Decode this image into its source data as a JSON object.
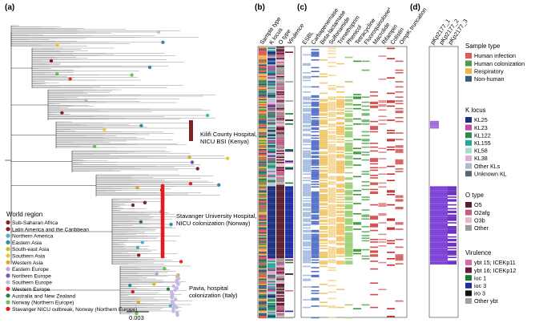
{
  "panels": {
    "a": "(a)",
    "b": "(b)",
    "c": "(c)",
    "d": "(d)"
  },
  "tree_annotations": {
    "kilifi": [
      "Kilifi County Hospital,",
      "NICU BSI (Kenya)"
    ],
    "stavanger": [
      "Stavanger University Hospital,",
      "NICU colonization (Norway)"
    ],
    "pavia": [
      "Pavia, hospital",
      "colonization (Italy)"
    ],
    "scale": "0.003"
  },
  "world_region": {
    "title": "World region",
    "items": [
      {
        "label": "Sub-Saharan Africa",
        "color": "#7b2424"
      },
      {
        "label": "Latin America and the Caribbean",
        "color": "#8e1b1b"
      },
      {
        "label": "Northern America",
        "color": "#4fb1c9"
      },
      {
        "label": "Eastern Asia",
        "color": "#2a8fa7"
      },
      {
        "label": "South-east Asia",
        "color": "#d7b722"
      },
      {
        "label": "Southern Asia",
        "color": "#e6c93a"
      },
      {
        "label": "Western Asia",
        "color": "#e3a33a"
      },
      {
        "label": "Eastern Europe",
        "color": "#b7a6d6"
      },
      {
        "label": "Northern Europe",
        "color": "#7b55a8"
      },
      {
        "label": "Southern Europe",
        "color": "#c5b8e0"
      },
      {
        "label": "Western Europe",
        "color": "#d93232"
      },
      {
        "label": "Australia and New Zealand",
        "color": "#2f7d4a"
      },
      {
        "label": "Norway (Northern Europe)",
        "color": "#6ac74e"
      },
      {
        "label": "Stavanger NICU outbreak, Norway (Northern Europe)",
        "color": "#e41a1c"
      }
    ]
  },
  "heatmap_b_headers": [
    "Sample type",
    "K locus",
    "O type",
    "Virulence"
  ],
  "heatmap_c_headers": [
    "ESBL",
    "Carbapenemase",
    "Beta-lactamase",
    "Sulfonamide",
    "Trimethoprim",
    "Phenicol",
    "Tetracycline",
    "Fluoroquinolone*",
    "Macrolide",
    "Rifampin",
    "Colistin",
    "OmpK truncation"
  ],
  "heatmap_d_headers": [
    "pKp2177_1",
    "pKp2177_2",
    "pKp2177_3"
  ],
  "legend_right": {
    "sample_type": {
      "title": "Sample type",
      "items": [
        {
          "label": "Human infection",
          "color": "#e45757"
        },
        {
          "label": "Human colonization",
          "color": "#4a9b4a"
        },
        {
          "label": "Respiratory",
          "color": "#f2b24b"
        },
        {
          "label": "Non-human",
          "color": "#2f5f78"
        }
      ]
    },
    "k_locus": {
      "title": "K locus",
      "items": [
        {
          "label": "KL25",
          "color": "#1d2f80"
        },
        {
          "label": "KL23",
          "color": "#c64aa9"
        },
        {
          "label": "KL122",
          "color": "#2d8a4e"
        },
        {
          "label": "KL155",
          "color": "#25a89a"
        },
        {
          "label": "KL58",
          "color": "#9fe0cf"
        },
        {
          "label": "KL38",
          "color": "#e8a9d8"
        },
        {
          "label": "Other KLs",
          "color": "#a8bcd0"
        },
        {
          "label": "Unknown KL",
          "color": "#5b6670"
        }
      ]
    },
    "o_type": {
      "title": "O type",
      "items": [
        {
          "label": "O5",
          "color": "#5b1d2e"
        },
        {
          "label": "O2afg",
          "color": "#c25c85"
        },
        {
          "label": "O3b",
          "color": "#e6b9cd"
        },
        {
          "label": "Other",
          "color": "#9a9a9a"
        }
      ]
    },
    "virulence": {
      "title": "Virulence",
      "items": [
        {
          "label": "ybt 15; ICEKp11",
          "color": "#d96aa6"
        },
        {
          "label": "ybt 16; ICEKp12",
          "color": "#6b1b3a"
        },
        {
          "label": "iuc 1",
          "color": "#1c7a2c"
        },
        {
          "label": "iuc 3",
          "color": "#1e2ba3"
        },
        {
          "label": "iro 3",
          "color": "#111111"
        },
        {
          "label": "Other ybt",
          "color": "#a0a0a0"
        }
      ]
    }
  }
}
